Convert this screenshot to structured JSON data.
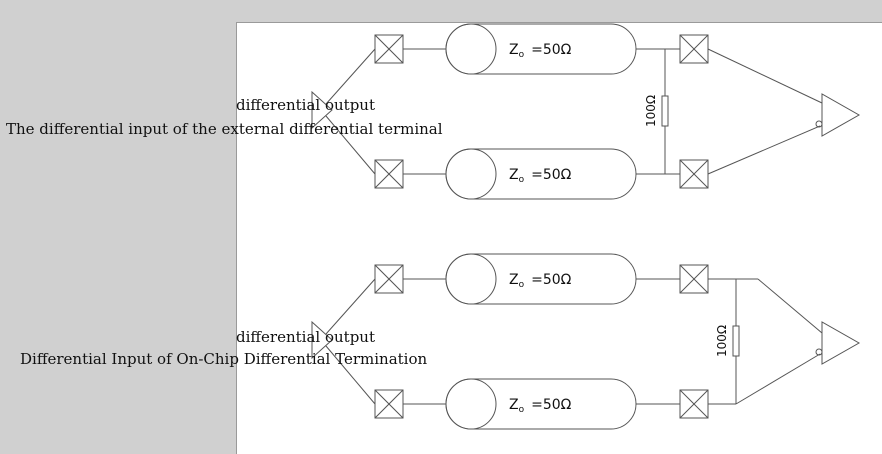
{
  "colors": {
    "background": "#d0d0d0",
    "canvas": "#ffffff",
    "stroke": "#555555"
  },
  "top_circuit": {
    "driver_label": "differential output",
    "receiver_label": "The differential input of the external differential terminal",
    "line_upper": {
      "label": "Z",
      "subscript": "o",
      "value": "=50Ω"
    },
    "line_lower": {
      "label": "Z",
      "subscript": "o",
      "value": "=50Ω"
    },
    "termination_resistor": "100Ω"
  },
  "bottom_circuit": {
    "driver_label": "differential output",
    "receiver_label": "Differential Input of On-Chip Differential Termination",
    "line_upper": {
      "label": "Z",
      "subscript": "o",
      "value": "=50Ω"
    },
    "line_lower": {
      "label": "Z",
      "subscript": "o",
      "value": "=50Ω"
    },
    "termination_resistor": "100Ω"
  }
}
